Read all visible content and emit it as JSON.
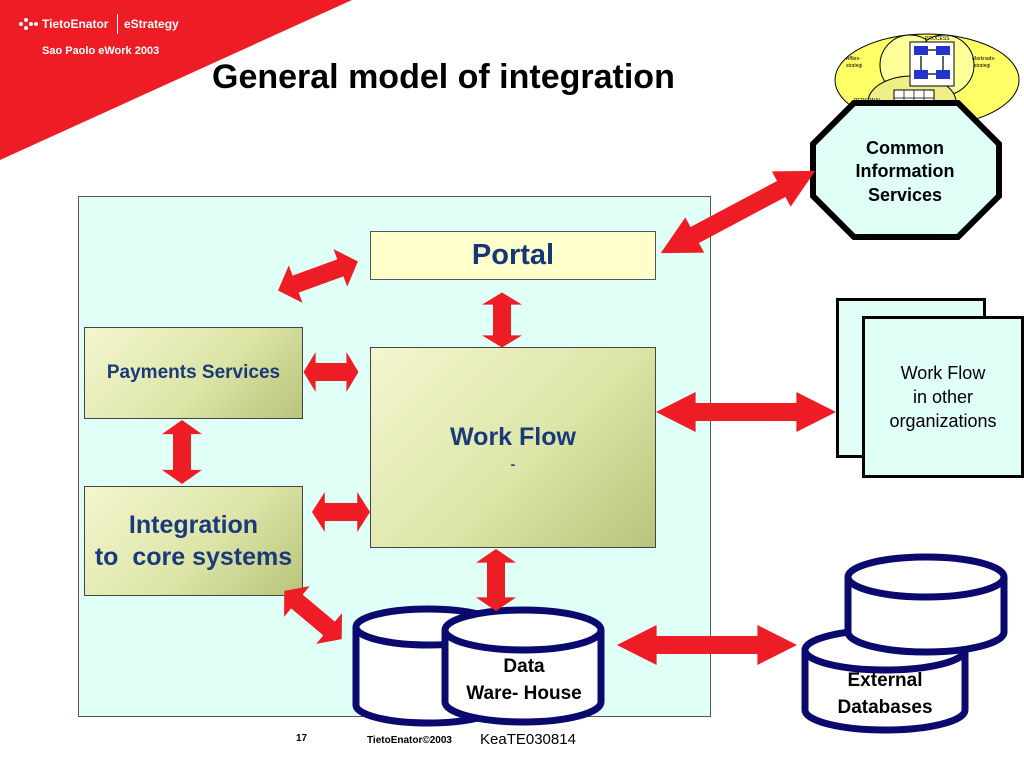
{
  "header": {
    "company": "TietoEnator",
    "product": "eStrategy",
    "event": "Sao Paolo eWork 2003"
  },
  "title": "General model of integration",
  "boxes": {
    "portal": "Portal",
    "payments": "Payments Services",
    "integration_line1": "Integration",
    "integration_line2": "to  core systems",
    "workflow": "Work Flow",
    "workflow_dash": "-",
    "common_info_line1": "Common",
    "common_info_line2": "Information",
    "common_info_line3": "Services",
    "workflow_other_line1": "Work Flow",
    "workflow_other_line2": "in other",
    "workflow_other_line3": "organizations",
    "datawarehouse_line1": "Data",
    "datawarehouse_line2": "Ware- House",
    "external_line1": "External",
    "external_line2": "Databases"
  },
  "logo_diagram": {
    "top": "PROCESS",
    "left_line1": "Affärs-",
    "left_line2": "strategi",
    "right_line1": "Marknads-",
    "right_line2": "strategi",
    "bottom": "PERSONAL"
  },
  "footer": {
    "slide_number": "17",
    "copyright": "TietoEnator©2003",
    "reference": "KeaTE030814"
  },
  "colors": {
    "banner_red": "#ee1c24",
    "arrow_red": "#ee1c24",
    "panel_bg": "#dffff7",
    "text_blue": "#1a3a7a",
    "cylinder_outline": "#0a0a6e"
  }
}
